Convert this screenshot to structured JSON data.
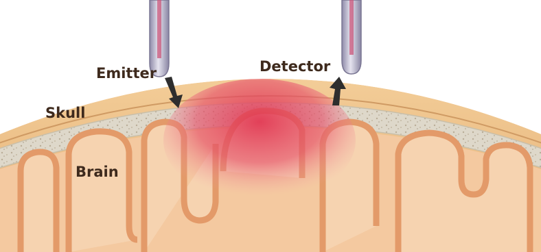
{
  "labels": {
    "emitter": "Emitter",
    "detector": "Detector",
    "skull": "Skull",
    "brain": "Brain"
  },
  "colors": {
    "scalp": "#efc48a",
    "scalp_dark": "#d9a468",
    "skull": "#dcd6c8",
    "brain_fill": "#f2c49a",
    "gyrus_outline": "#e39a69",
    "light_spot": "#e63a5a",
    "probe": "#b9b6c9",
    "arrow": "#2f2f2f",
    "label_text": "#3e2a1d"
  },
  "icons": {
    "emitter_probe": "fiber-optic-probe-icon",
    "detector_probe": "fiber-optic-probe-icon",
    "emitter_arrow": "arrow-down-icon",
    "detector_arrow": "arrow-up-icon"
  }
}
